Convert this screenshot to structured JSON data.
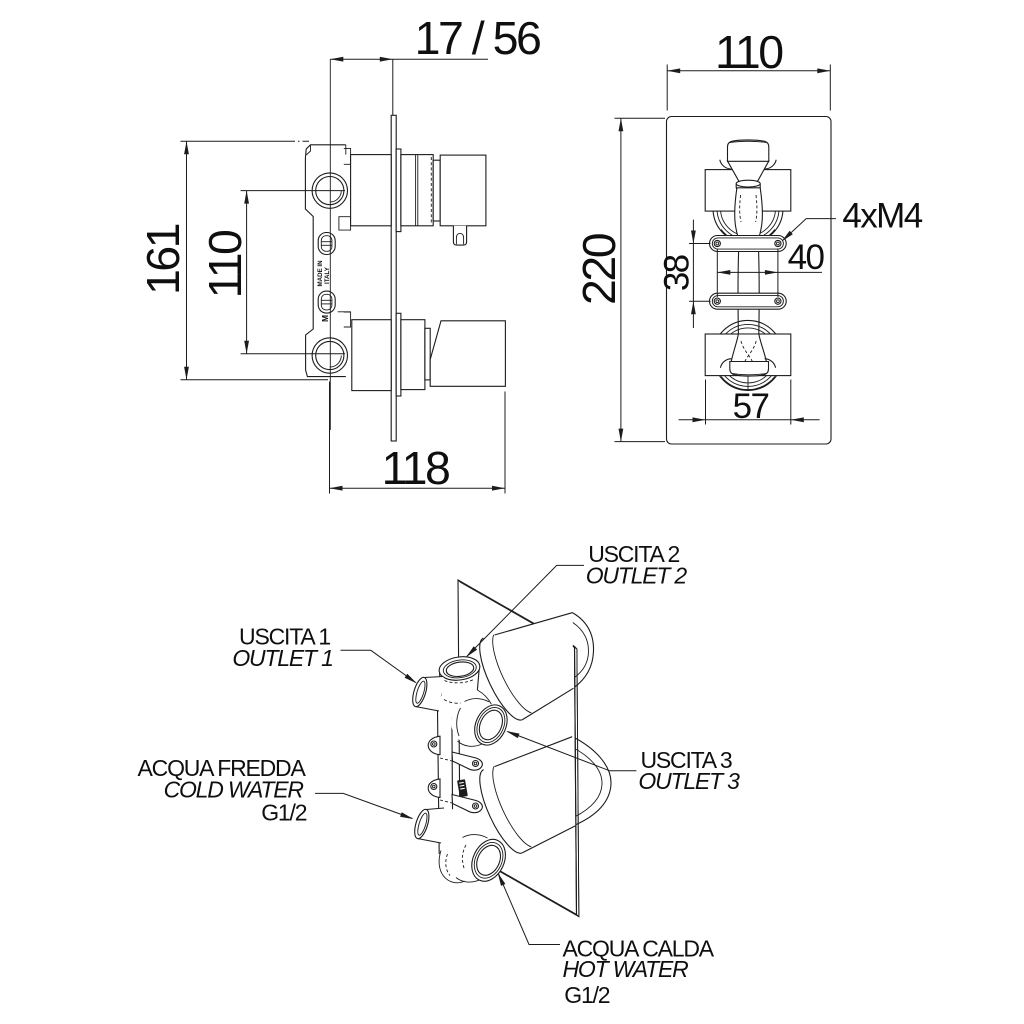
{
  "colors": {
    "background": "#ffffff",
    "line": "#1c1c1c",
    "text": "#0f0f0f"
  },
  "side_view": {
    "dim_wall_offset": "17 / 56",
    "dim_overall_height": "161",
    "dim_port_spacing": "110",
    "dim_overall_depth": "118",
    "marking_line1": "MADE IN",
    "marking_line2": "ITALY",
    "marking_m": "M"
  },
  "front_view": {
    "dim_plate_width": "110",
    "dim_plate_height": "220",
    "screw_spec": "4xM4",
    "dim_hole_spacing": "40",
    "dim_bracket_spacing": "38",
    "dim_handle_width": "57"
  },
  "perspective_view": {
    "outlet2_line1": "USCITA 2",
    "outlet2_line2": "OUTLET 2",
    "outlet1_line1": "USCITA 1",
    "outlet1_line2": "OUTLET 1",
    "outlet3_line1": "USCITA 3",
    "outlet3_line2": "OUTLET 3",
    "cold_line1": "ACQUA FREDDA",
    "cold_line2": "COLD WATER",
    "cold_line3": "G1/2",
    "hot_line1": "ACQUA CALDA",
    "hot_line2": "HOT WATER",
    "hot_line3": "G1/2"
  }
}
